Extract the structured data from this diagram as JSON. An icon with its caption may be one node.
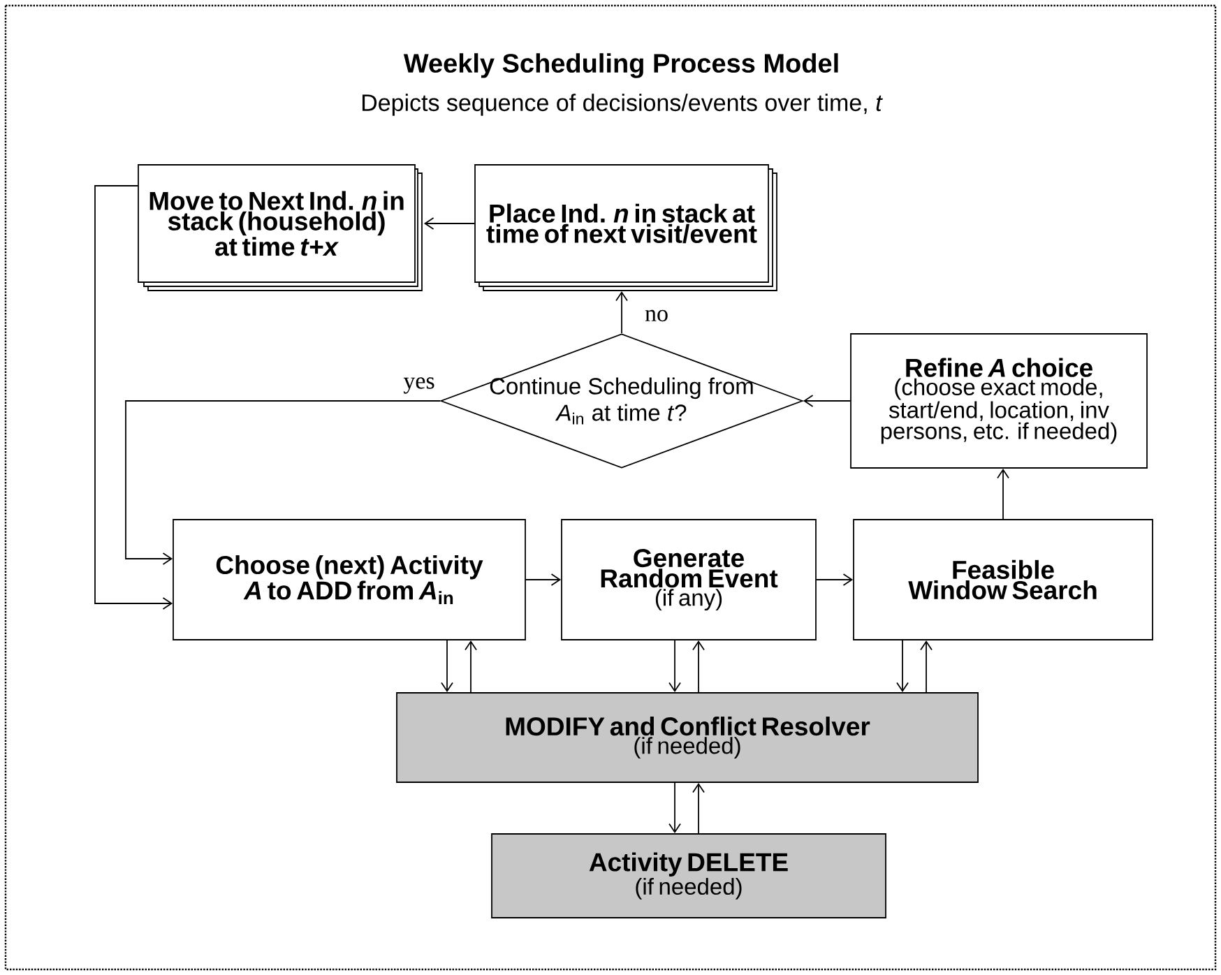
{
  "diagram": {
    "title": "Weekly Scheduling Process Model",
    "nodes": [
      {
        "text": [
          "Move to Next Ind. *n* in stack (household) at time *t+x*"
        ]
      },
      {
        "text": [
          "Place Ind. *n* in stack at time of next visit/event"
        ]
      },
      {
        "text": [
          "Continue Scheduling from *A*$_{in}$ at time *t*?"
        ]
      },
      {
        "text": [
          "Refine *A* choice",
          "(choose exact mode, start/end, location, inv persons, etc. if needed)"
        ]
      },
      {
        "text": [
          "Choose (next) Activity *A* to ADD from *A*$_{in}$"
        ]
      },
      {
        "text": [
          "Generate Random Event",
          "(if any)"
        ]
      },
      {
        "text": [
          "Feasible Window Search"
        ]
      },
      {
        "text": [
          "MODIFY and Conflict Resolver",
          "(if needed)"
        ]
      },
      {
        "text": [
          "Activity DELETE",
          "(if needed)"
        ]
      }
    ],
    "edges": [
      {
        "from": 1,
        "to": 0,
        "arrow": "to"
      },
      {
        "from": 2,
        "to": 1,
        "arrow": "to",
        "label": "no"
      },
      {
        "from": 2,
        "to": 4,
        "arrow": "to",
        "label": "yes"
      },
      {
        "from": 0,
        "to": 4,
        "arrow": "to"
      },
      {
        "from": 4,
        "to": 5,
        "arrow": "to"
      },
      {
        "from": 5,
        "to": 6,
        "arrow": "to"
      },
      {
        "from": 6,
        "to": 3,
        "arrow": "to"
      },
      {
        "from": 3,
        "to": 2,
        "arrow": "to"
      },
      {
        "from": 4,
        "to": 7,
        "arrow": "to"
      },
      {
        "from": 7,
        "to": 4,
        "arrow": "to"
      },
      {
        "from": 5,
        "to": 7,
        "arrow": "to"
      },
      {
        "from": 7,
        "to": 5,
        "arrow": "to"
      },
      {
        "from": 6,
        "to": 7,
        "arrow": "to"
      },
      {
        "from": 7,
        "to": 6,
        "arrow": "to"
      },
      {
        "from": 7,
        "to": 8,
        "arrow": "to"
      },
      {
        "from": 8,
        "to": 7,
        "arrow": "to"
      }
    ],
    "labels": [
      "Depicts sequence of decisions/events over time, *t*"
    ]
  }
}
